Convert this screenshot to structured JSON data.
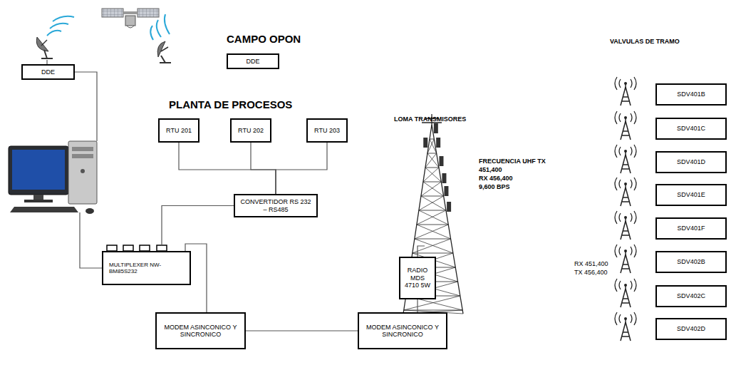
{
  "diagram": {
    "nodes": [
      {
        "text": [
          "DDE"
        ]
      },
      {
        "text": [
          "DDE"
        ]
      },
      {
        "text": [
          "RTU 201"
        ]
      },
      {
        "text": [
          "RTU 202"
        ]
      },
      {
        "text": [
          "RTU 203"
        ]
      },
      {
        "text": [
          "CONVERTIDOR RS 232 – RS485"
        ]
      },
      {
        "text": [
          "MULTIPLEXER NW-BM85S232"
        ]
      },
      {
        "text": [
          "MODEM ASINCONICO Y SINCRONICO"
        ]
      },
      {
        "text": [
          "MODEM ASINCONICO Y SINCRONICO"
        ]
      },
      {
        "text": [
          "RADIO MDS 4710 5W"
        ]
      },
      {
        "text": [
          "SDV401B"
        ]
      },
      {
        "text": [
          "SDV401C"
        ]
      },
      {
        "text": [
          "SDV401D"
        ]
      },
      {
        "text": [
          "SDV401E"
        ]
      },
      {
        "text": [
          "SDV401F"
        ]
      },
      {
        "text": [
          "SDV402B"
        ]
      },
      {
        "text": [
          "SDV402C"
        ]
      },
      {
        "text": [
          "SDV402D"
        ]
      }
    ],
    "edges": [
      {
        "from": 2,
        "to": 5,
        "arrow": "none"
      },
      {
        "from": 3,
        "to": 5,
        "arrow": "none"
      },
      {
        "from": 4,
        "to": 5,
        "arrow": "none"
      },
      {
        "from": 5,
        "to": 6,
        "arrow": "none"
      },
      {
        "from": 6,
        "to": 7,
        "arrow": "none"
      },
      {
        "from": 7,
        "to": 8,
        "arrow": "none"
      },
      {
        "from": 8,
        "to": 9,
        "arrow": "none"
      }
    ],
    "labels": [
      "CAMPO OPON",
      "PLANTA DE PROCESOS",
      "LOMA TRANSMISORES",
      "FRECUENCIA UHF TX",
      "451,400",
      "RX 456,400",
      "9,600 BPS",
      "VALVULAS DE TRAMO",
      "RX 451,400",
      "TX 456,400"
    ]
  }
}
